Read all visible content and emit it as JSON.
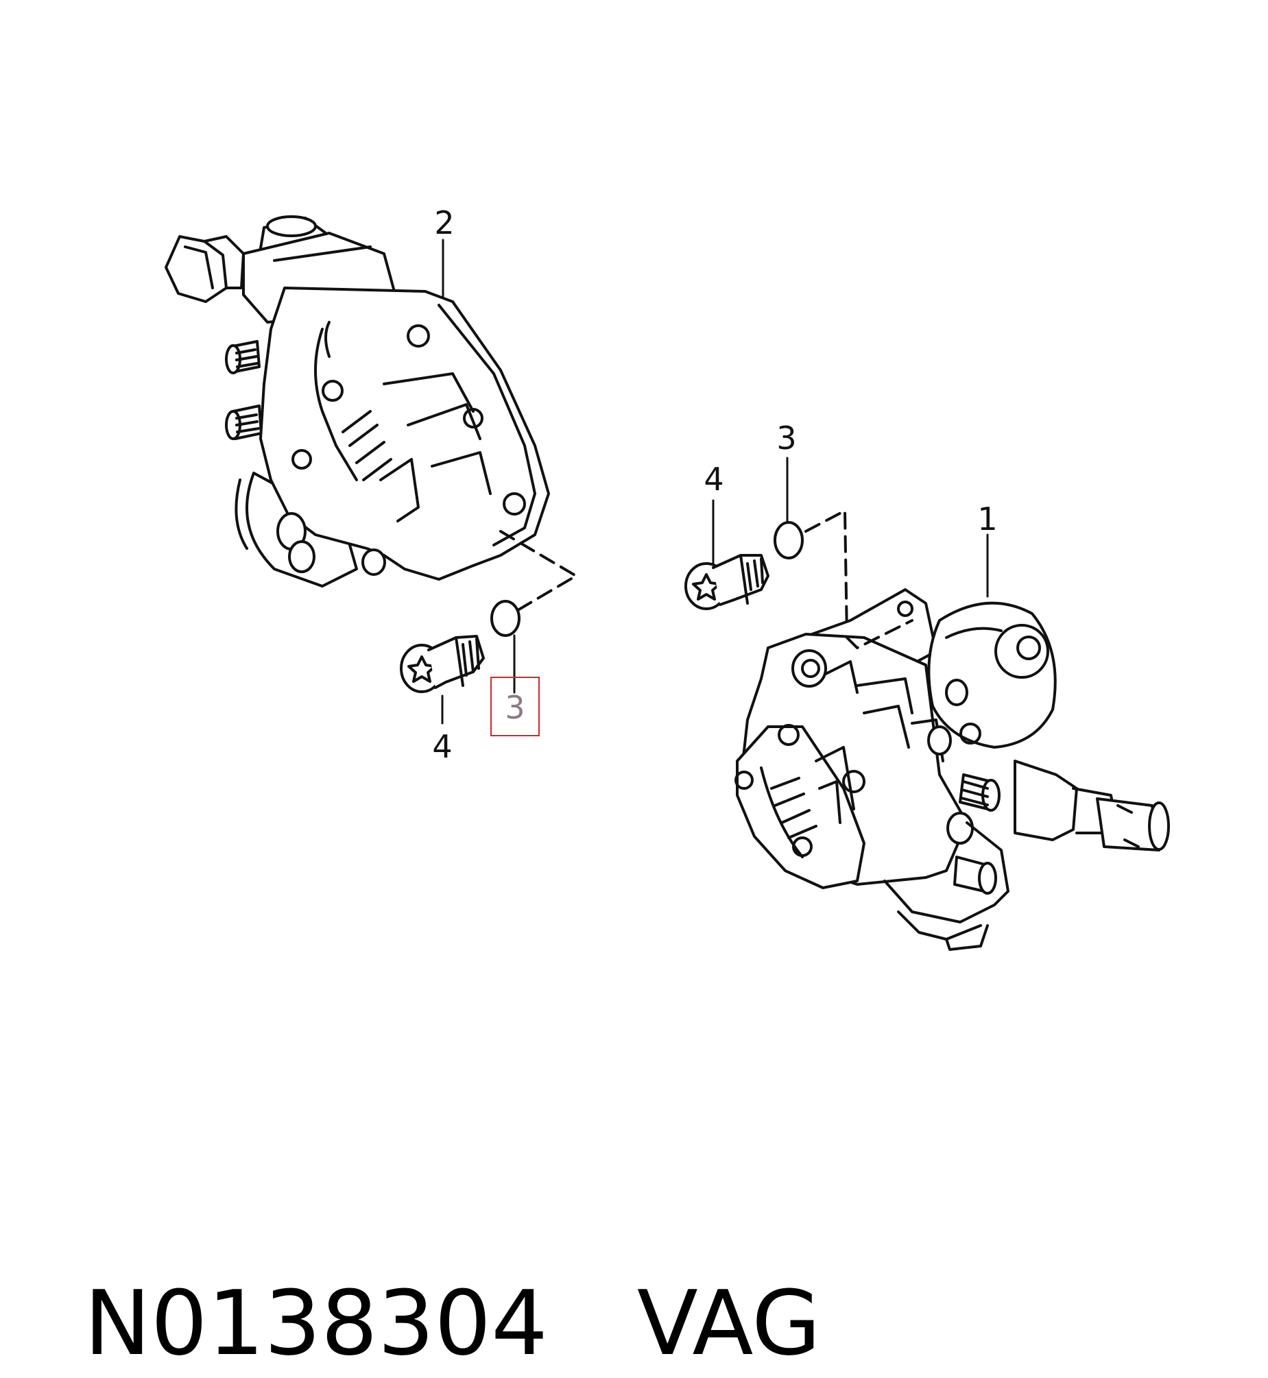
{
  "diagram": {
    "callouts": {
      "pump_left": "2",
      "pump_right": "1",
      "oring_upper": "3",
      "oring_lower_highlighted": "3",
      "bolt_upper": "4",
      "bolt_lower": "4"
    },
    "highlight_color": "#e0202a"
  },
  "caption": {
    "part_number": "N0138304",
    "brand": "VAG"
  }
}
